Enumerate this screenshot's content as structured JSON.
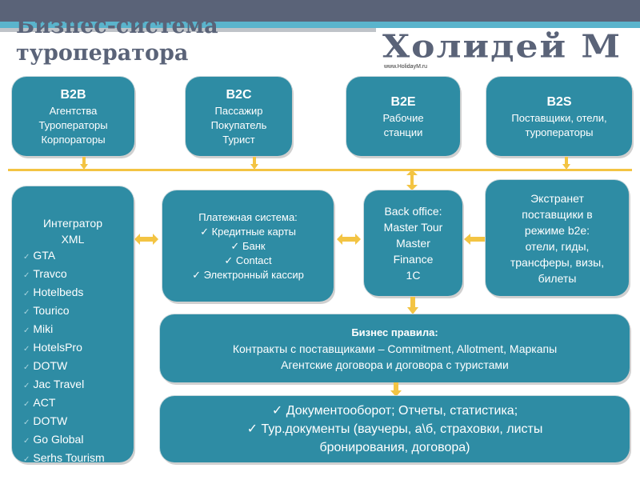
{
  "title_line1": "Бизнес-система",
  "title_line2": "туроператора",
  "logo": {
    "name": "Холидей М",
    "url": "www.HolidayM.ru"
  },
  "top_boxes": [
    {
      "head": "B2B",
      "lines": [
        "Агентства",
        "Туроператоры",
        "Корпораторы"
      ]
    },
    {
      "head": "B2C",
      "lines": [
        "Пассажир",
        "Покупатель",
        "Турист"
      ]
    },
    {
      "head": "B2E",
      "lines": [
        "Рабочие",
        "станции"
      ]
    },
    {
      "head": "B2S",
      "lines": [
        "Поставщики, отели,",
        "туроператоры"
      ]
    }
  ],
  "integrator": {
    "head1": "Интегратор",
    "head2": "XML",
    "items": [
      "GTA",
      "Travco",
      "Hotelbeds",
      "Tourico",
      "Miki",
      "HotelsPro",
      "DOTW",
      "Jac Travel",
      "ACT",
      "DOTW",
      "Go Global",
      "Serhs Tourism"
    ]
  },
  "payment": {
    "head": "Платежная  система:",
    "items": [
      "Кредитные карты",
      "Банк",
      "Contact",
      "Электронный кассир"
    ]
  },
  "backoffice": {
    "lines": [
      "Back office:",
      "Master Tour",
      "Master",
      "Finance",
      "1С"
    ]
  },
  "extranet": {
    "lines": [
      "Экстранет",
      "поставщики в",
      "режиме b2e:",
      "отели, гиды,",
      "трансферы, визы,",
      "билеты"
    ]
  },
  "rules": {
    "head": "Бизнес правила:",
    "lines": [
      "Контракты с поставщиками – Commitment, Allotment, Маркапы",
      "Агентские договора и договора с туристами"
    ]
  },
  "docs": {
    "items": [
      "Документооборот;  Отчеты, статистика;",
      "Тур.документы (ваучеры, а\\б, страховки, листы"
    ],
    "tail": "бронирования, договора)"
  },
  "colors": {
    "box": "#2e8ca4",
    "arrow": "#f3c443",
    "header": "#5a6378"
  }
}
